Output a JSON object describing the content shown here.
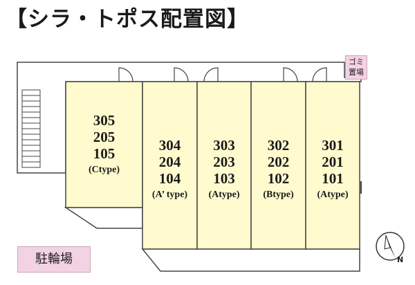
{
  "title": "【シラ・トポス配置図】",
  "gomi": {
    "line1": "ゴミ",
    "line2": "置場"
  },
  "bike_parking": "駐輪場",
  "compass": {
    "label": "N"
  },
  "units": [
    {
      "rooms": [
        "305",
        "205",
        "105"
      ],
      "type": "(Ctype)"
    },
    {
      "rooms": [
        "304",
        "204",
        "104"
      ],
      "type": "(A’ type)"
    },
    {
      "rooms": [
        "303",
        "203",
        "103"
      ],
      "type": "(Atype)"
    },
    {
      "rooms": [
        "302",
        "202",
        "102"
      ],
      "type": "(Btype)"
    },
    {
      "rooms": [
        "301",
        "201",
        "101"
      ],
      "type": "(Atype)"
    }
  ],
  "colors": {
    "unit_fill": "#fffbcf",
    "corridor_fill": "#ffffff",
    "outline": "#444444",
    "label_box": "#f3d2e4"
  }
}
